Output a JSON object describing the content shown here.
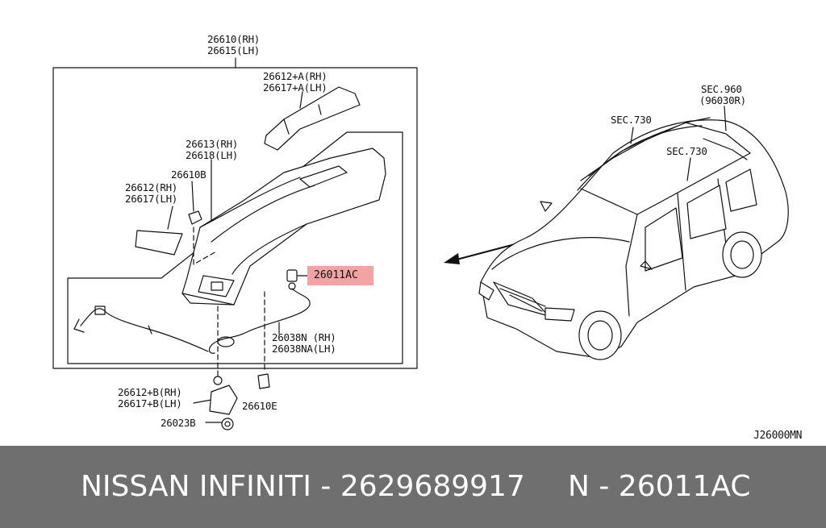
{
  "diagram": {
    "labels": {
      "top_assembly": {
        "line1": "26610(RH)",
        "line2": "26615(LH)"
      },
      "cover_upper": {
        "line1": "26612+A(RH)",
        "line2": "26617+A(LH)"
      },
      "housing": {
        "line1": "26613(RH)",
        "line2": "26618(LH)"
      },
      "clip": "26610B",
      "lens": {
        "line1": "26612(RH)",
        "line2": "26617(LH)"
      },
      "socket": "26011AC",
      "harness": {
        "line1": "26038N (RH)",
        "line2": "26038NA(LH)"
      },
      "cover_lower": {
        "line1": "26612+B(RH)",
        "line2": "26617+B(LH)"
      },
      "fastener": "26610E",
      "nut": "26023B",
      "sec_960": {
        "line1": "SEC.960",
        "line2": "(96030R)"
      },
      "sec_730_a": "SEC.730",
      "sec_730_b": "SEC.730",
      "diagram_code": "J26000MN"
    },
    "highlight_color": "#f2a3a3"
  },
  "footer": {
    "brand_part": "NISSAN INFINITI - 2629689917",
    "oem_part": "N - 26011AC",
    "background": "#6f6f6f"
  }
}
